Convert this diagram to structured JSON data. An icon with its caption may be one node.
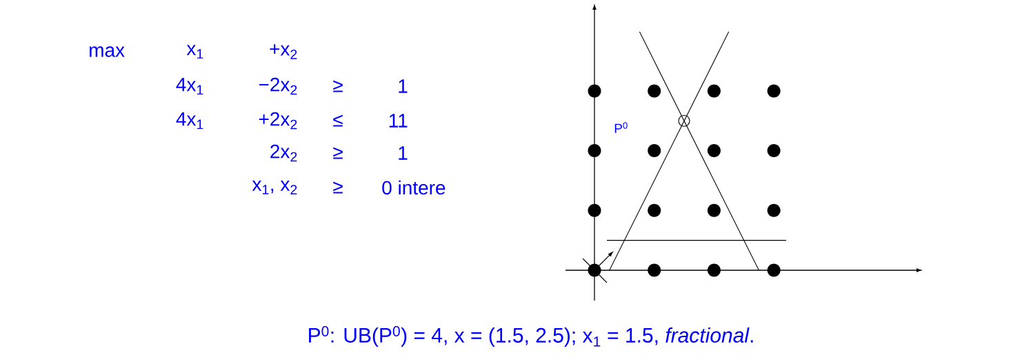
{
  "diagram": {
    "caption": "P$^{0}$: UB(P$^{0}$) = 4, x = (1.5, 2.5); x$_{1}$ = 1.5, *fractional*.",
    "labels": [
      "max",
      "x$_{1}$",
      "+x$_{2}$",
      "4x$_{1}$",
      "−2x$_{2}$",
      "≥",
      "1",
      "4x$_{1}$",
      "+2x$_{2}$",
      "≤",
      "11",
      "2x$_{2}$",
      "≥",
      "1",
      "x$_{1}$, x$_{2}$",
      "≥",
      "0 intere",
      "P$^{0}$"
    ]
  }
}
